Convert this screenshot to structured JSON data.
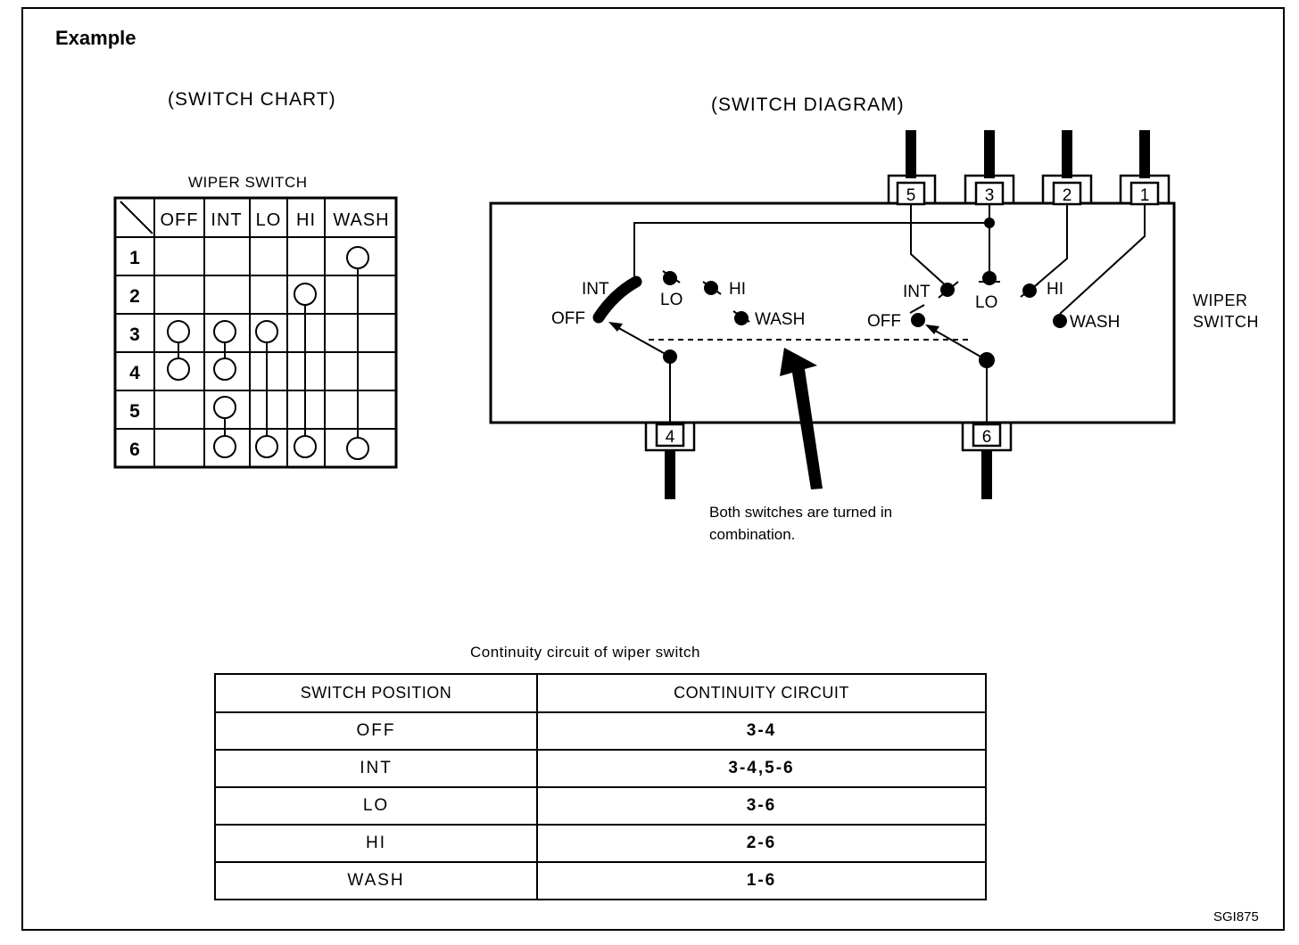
{
  "example_label": "Example",
  "switch_chart": {
    "heading": "(SWITCH CHART)",
    "table_title": "WIPER SWITCH",
    "columns": [
      "OFF",
      "INT",
      "LO",
      "HI",
      "WASH"
    ],
    "rows": [
      "1",
      "2",
      "3",
      "4",
      "5",
      "6"
    ]
  },
  "switch_diagram": {
    "heading": "(SWITCH DIAGRAM)",
    "terminals_top": [
      "5",
      "3",
      "2",
      "1"
    ],
    "terminals_bottom": [
      "4",
      "6"
    ],
    "left_switch_positions": [
      "INT",
      "LO",
      "HI",
      "OFF",
      "WASH"
    ],
    "right_switch_positions": [
      "INT",
      "LO",
      "HI",
      "OFF",
      "WASH"
    ],
    "side_label_line1": "WIPER",
    "side_label_line2": "SWITCH",
    "annotation_line1": "Both switches are turned in",
    "annotation_line2": "combination."
  },
  "continuity_table": {
    "title": "Continuity circuit of wiper switch",
    "headers": [
      "SWITCH POSITION",
      "CONTINUITY CIRCUIT"
    ],
    "rows": [
      {
        "position": "OFF",
        "circuit": "3-4"
      },
      {
        "position": "INT",
        "circuit": "3-4,5-6"
      },
      {
        "position": "LO",
        "circuit": "3-6"
      },
      {
        "position": "HI",
        "circuit": "2-6"
      },
      {
        "position": "WASH",
        "circuit": "1-6"
      }
    ]
  },
  "figure_code": "SGI875"
}
